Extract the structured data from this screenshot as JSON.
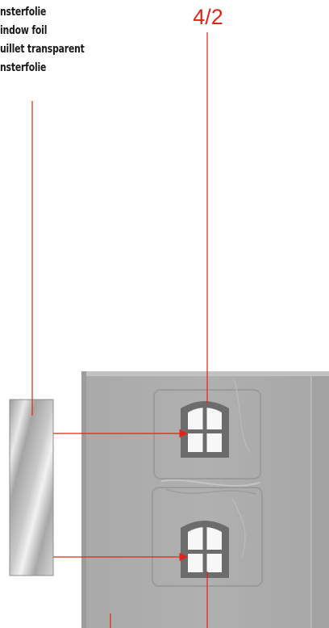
{
  "part_number": "4/2",
  "foil_labels": [
    {
      "lang": "de",
      "text": "nsterfolie"
    },
    {
      "lang": "en",
      "text": "indow foil"
    },
    {
      "lang": "fr",
      "text": "uillet transparent"
    },
    {
      "lang": "nl",
      "text": "nsterfolie"
    }
  ],
  "colors": {
    "callout_line": "#e2231a",
    "label_text": "#1a1a1a",
    "wall": "#adadad",
    "window_frame": "#707070",
    "foil_strip": "#b8b8b8"
  },
  "icons": [
    "window-top-icon",
    "window-bottom-icon",
    "foil-strip-icon",
    "arrow-icon"
  ]
}
